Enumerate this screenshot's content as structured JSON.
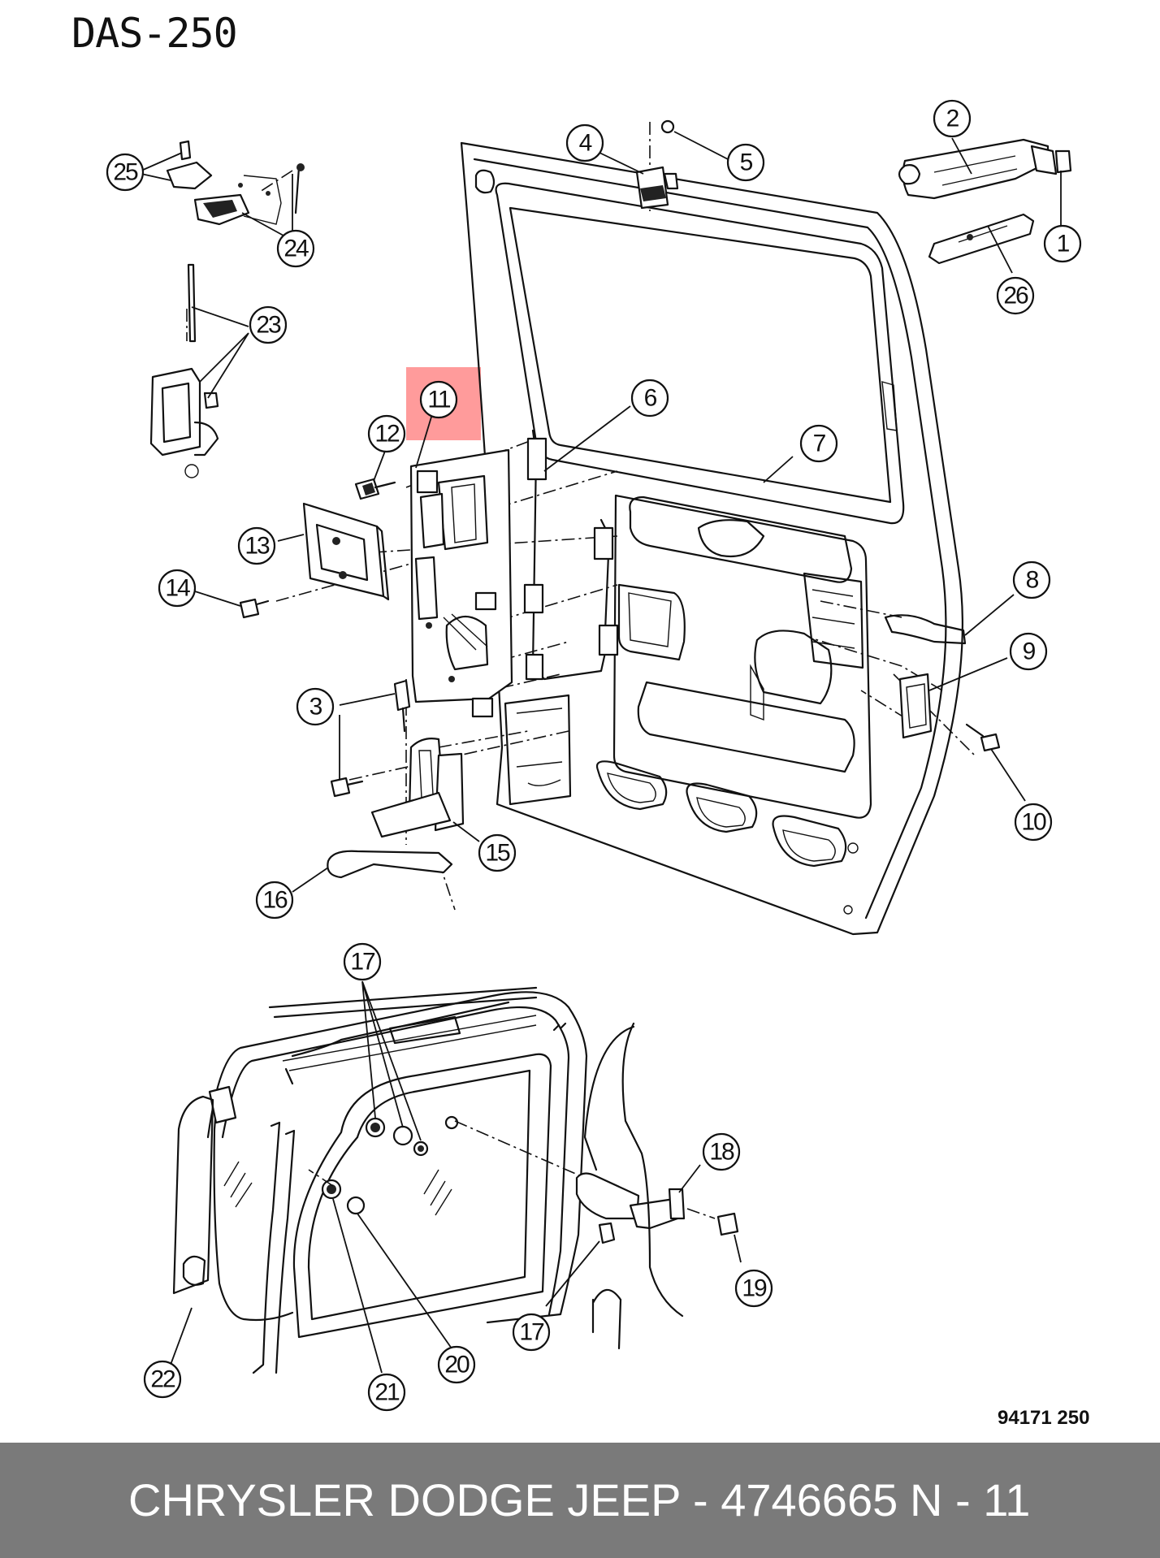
{
  "title": "DAS-250",
  "figure_code": "94171 250",
  "highlight_color": "#ff8a8a",
  "callouts": [
    {
      "label": "1"
    },
    {
      "label": "2"
    },
    {
      "label": "4"
    },
    {
      "label": "5"
    },
    {
      "label": "25"
    },
    {
      "label": "24"
    },
    {
      "label": "26"
    },
    {
      "label": "23"
    },
    {
      "label": "11",
      "highlighted": true
    },
    {
      "label": "6"
    },
    {
      "label": "12"
    },
    {
      "label": "7"
    },
    {
      "label": "13"
    },
    {
      "label": "14"
    },
    {
      "label": "8"
    },
    {
      "label": "9"
    },
    {
      "label": "3"
    },
    {
      "label": "10"
    },
    {
      "label": "15"
    },
    {
      "label": "16"
    },
    {
      "label": "17"
    },
    {
      "label": "18"
    },
    {
      "label": "19"
    },
    {
      "label": "17"
    },
    {
      "label": "20"
    },
    {
      "label": "21"
    },
    {
      "label": "22"
    }
  ],
  "footer": {
    "brand_part": "CHRYSLER DODGE JEEP - 4746665",
    "page": "N - 11"
  }
}
